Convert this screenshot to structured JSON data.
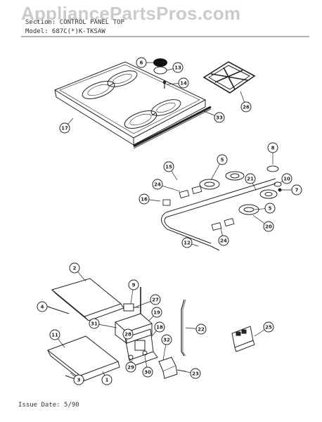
{
  "watermark": "AppliancePartsPros.com",
  "header": {
    "section_line": "Section:  CONTROL PANEL TOP",
    "model_line": "Model:  687C(*)K-TKSAW"
  },
  "footer": {
    "issue_date": "Issue Date: 5/90"
  },
  "callouts": [
    "1",
    "2",
    "3",
    "4",
    "5",
    "5",
    "6",
    "7",
    "8",
    "9",
    "10",
    "11",
    "12",
    "13",
    "14",
    "15",
    "16",
    "17",
    "19",
    "18",
    "20",
    "21",
    "22",
    "23",
    "24",
    "24",
    "25",
    "26",
    "27",
    "28",
    "29",
    "30",
    "31",
    "32",
    "33"
  ]
}
